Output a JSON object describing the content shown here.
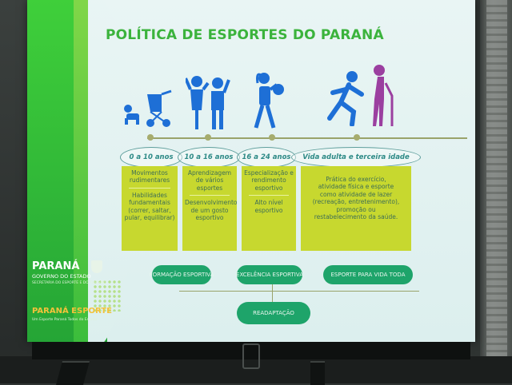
{
  "slide": {
    "title": "POLÍTICA DE ESPORTES DO PARANÁ",
    "stages": [
      {
        "label": "0 a 10 anos",
        "items": [
          "Movimentos rudimentares",
          "Habilidades fundamentais (correr, saltar, pular, equilibrar)"
        ]
      },
      {
        "label": "10 a 16 anos",
        "items": [
          "Aprendizagem de vários esportes",
          "Desenvolvimento de um gosto esportivo"
        ]
      },
      {
        "label": "16 a 24 anos",
        "items": [
          "Especialização e rendimento esportivo",
          "Alto nível esportivo"
        ]
      },
      {
        "label": "Vida adulta e terceira idade",
        "items": [
          "Prática do exercício, atividade física e esporte como atividade de lazer (recreação, entretenimento), promoção ou restabelecimento da saúde."
        ]
      }
    ],
    "programs": [
      "FORMAÇÃO ESPORTIVA",
      "EXCELÊNCIA ESPORTIVA",
      "ESPORTE PARA VIDA TODA"
    ],
    "bottom_program": "READAPTAÇÃO",
    "logo": {
      "state": "PARANÁ",
      "government": "GOVERNO DO ESTADO",
      "secretariat": "SECRETARIA DO ESPORTE E DO TURISMO",
      "program": "PARANÁ ESPORTE",
      "program_sub": "Um Esporte Paraná Todos do Estado"
    },
    "icons": [
      "baby-crawling-icon",
      "stroller-icon",
      "children-icon",
      "youth-sport-icon",
      "runner-icon",
      "elderly-icon"
    ],
    "colors": {
      "title": "#3bb33c",
      "icon": "#1e6fd6",
      "card": "#c7d82f",
      "pill": "#1ea46a",
      "oval": "#2d8a86"
    }
  }
}
